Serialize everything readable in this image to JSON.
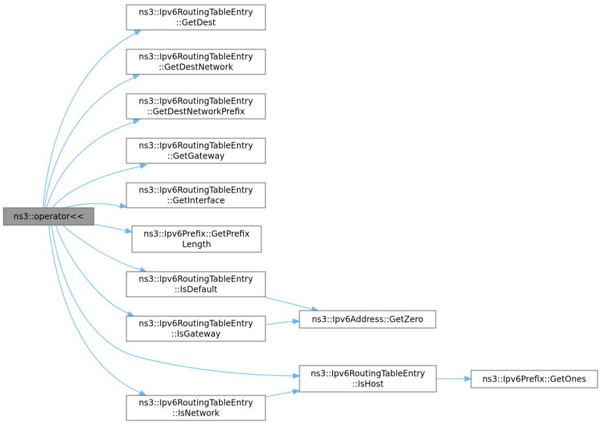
{
  "graph": {
    "colors": {
      "edge": "#63b8ff",
      "root_fill": "#999999",
      "node_fill": "#ffffff",
      "node_border": "#666666"
    },
    "nodes": [
      {
        "id": "root",
        "lines": [
          "ns3::operator<<"
        ],
        "root": true
      },
      {
        "id": "getdest",
        "lines": [
          "ns3::Ipv6RoutingTableEntry",
          "::GetDest"
        ]
      },
      {
        "id": "getdestnetwork",
        "lines": [
          "ns3::Ipv6RoutingTableEntry",
          "::GetDestNetwork"
        ]
      },
      {
        "id": "getdestnetworkprefix",
        "lines": [
          "ns3::Ipv6RoutingTableEntry",
          "::GetDestNetworkPrefix"
        ]
      },
      {
        "id": "getgateway",
        "lines": [
          "ns3::Ipv6RoutingTableEntry",
          "::GetGateway"
        ]
      },
      {
        "id": "getinterface",
        "lines": [
          "ns3::Ipv6RoutingTableEntry",
          "::GetInterface"
        ]
      },
      {
        "id": "getprefixlength",
        "lines": [
          "ns3::Ipv6Prefix::GetPrefix",
          "Length"
        ]
      },
      {
        "id": "isdefault",
        "lines": [
          "ns3::Ipv6RoutingTableEntry",
          "::IsDefault"
        ]
      },
      {
        "id": "isgateway",
        "lines": [
          "ns3::Ipv6RoutingTableEntry",
          "::IsGateway"
        ]
      },
      {
        "id": "isnetwork",
        "lines": [
          "ns3::Ipv6RoutingTableEntry",
          "::IsNetwork"
        ]
      },
      {
        "id": "getzero",
        "lines": [
          "ns3::Ipv6Address::GetZero"
        ]
      },
      {
        "id": "ishost",
        "lines": [
          "ns3::Ipv6RoutingTableEntry",
          "::IsHost"
        ]
      },
      {
        "id": "getones",
        "lines": [
          "ns3::Ipv6Prefix::GetOnes"
        ]
      }
    ],
    "edges": [
      {
        "from": "root",
        "to": "getdest"
      },
      {
        "from": "root",
        "to": "getdestnetwork"
      },
      {
        "from": "root",
        "to": "getdestnetworkprefix"
      },
      {
        "from": "root",
        "to": "getgateway"
      },
      {
        "from": "root",
        "to": "getinterface"
      },
      {
        "from": "root",
        "to": "getprefixlength"
      },
      {
        "from": "root",
        "to": "isdefault"
      },
      {
        "from": "root",
        "to": "isgateway"
      },
      {
        "from": "root",
        "to": "ishost"
      },
      {
        "from": "root",
        "to": "isnetwork"
      },
      {
        "from": "isdefault",
        "to": "getzero"
      },
      {
        "from": "isgateway",
        "to": "getzero"
      },
      {
        "from": "ishost",
        "to": "getones"
      },
      {
        "from": "isnetwork",
        "to": "ishost"
      }
    ]
  }
}
